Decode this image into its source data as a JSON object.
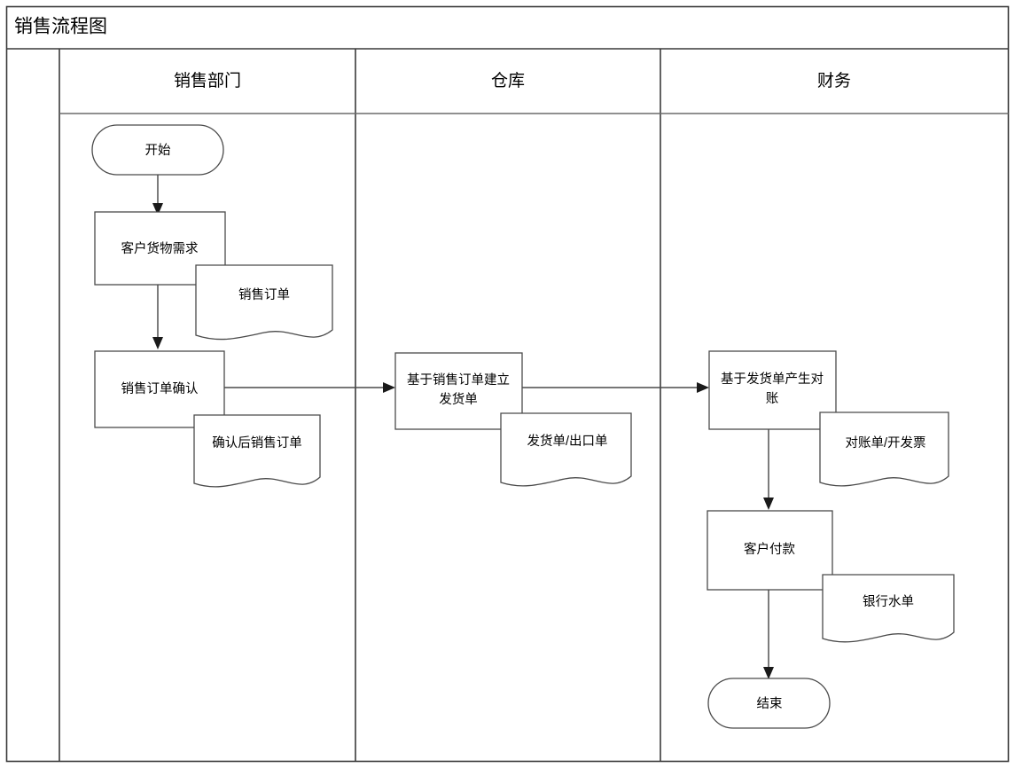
{
  "diagram": {
    "title": "销售流程图",
    "type": "swimlane-flowchart",
    "lanes": [
      {
        "id": "lane-spacer",
        "label": ""
      },
      {
        "id": "lane-sales",
        "label": "销售部门"
      },
      {
        "id": "lane-warehouse",
        "label": "仓库"
      },
      {
        "id": "lane-finance",
        "label": "财务"
      }
    ],
    "nodes": [
      {
        "id": "start",
        "lane": "lane-sales",
        "shape": "terminator",
        "label": "开始"
      },
      {
        "id": "customer-demand",
        "lane": "lane-sales",
        "shape": "process",
        "label": "客户货物需求"
      },
      {
        "id": "sales-order-doc",
        "lane": "lane-sales",
        "shape": "document",
        "label": "销售订单"
      },
      {
        "id": "order-confirm",
        "lane": "lane-sales",
        "shape": "process",
        "label": "销售订单确认"
      },
      {
        "id": "confirmed-doc",
        "lane": "lane-sales",
        "shape": "document",
        "label": "确认后销售订单"
      },
      {
        "id": "create-delivery",
        "lane": "lane-warehouse",
        "shape": "process",
        "label": "基于销售订单建立发货单",
        "line1": "基于销售订单建立",
        "line2": "发货单"
      },
      {
        "id": "delivery-doc",
        "lane": "lane-warehouse",
        "shape": "document",
        "label": "发货单/出口单"
      },
      {
        "id": "create-recon",
        "lane": "lane-finance",
        "shape": "process",
        "label": "基于发货单产生对账",
        "line1": "基于发货单产生对",
        "line2": "账"
      },
      {
        "id": "recon-doc",
        "lane": "lane-finance",
        "shape": "document",
        "label": "对账单/开发票"
      },
      {
        "id": "customer-payment",
        "lane": "lane-finance",
        "shape": "process",
        "label": "客户付款"
      },
      {
        "id": "bank-slip-doc",
        "lane": "lane-finance",
        "shape": "document",
        "label": "银行水单"
      },
      {
        "id": "end",
        "lane": "lane-finance",
        "shape": "terminator",
        "label": "结束"
      }
    ],
    "edges": [
      {
        "id": "edge-start-demand",
        "from": "start",
        "to": "customer-demand",
        "direction": "down"
      },
      {
        "id": "edge-demand-confirm",
        "from": "customer-demand",
        "to": "order-confirm",
        "direction": "down"
      },
      {
        "id": "edge-confirm-delivery",
        "from": "order-confirm",
        "to": "create-delivery",
        "direction": "right"
      },
      {
        "id": "edge-delivery-recon",
        "from": "create-delivery",
        "to": "create-recon",
        "direction": "right"
      },
      {
        "id": "edge-recon-payment",
        "from": "create-recon",
        "to": "customer-payment",
        "direction": "down"
      },
      {
        "id": "edge-payment-end",
        "from": "customer-payment",
        "to": "end",
        "direction": "down"
      }
    ],
    "colors": {
      "background": "#ffffff",
      "frame_stroke": "#3a3a3a",
      "node_stroke": "#4a4a4a",
      "connector_stroke": "#6e6e6e",
      "text": "#000000"
    }
  }
}
